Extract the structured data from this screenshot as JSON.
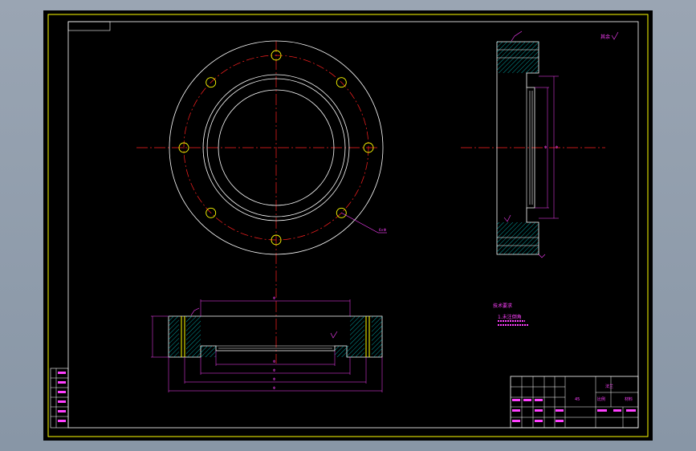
{
  "colors": {
    "background": "#000000",
    "frame": "#ffff00",
    "inner_frame": "#ffffff",
    "outline": "#ffffff",
    "centerline": "#ff2020",
    "dimension": "#ff40ff",
    "hatch": "#00c8c8",
    "bolt_hole": "#ffff00",
    "hidden": "#ffff00"
  },
  "drawing": {
    "front_view": {
      "bolt_hole_count": 8,
      "leader_label": "6×Φ"
    },
    "side_view": {
      "dimension_labels": [
        "Φ",
        "Φ"
      ]
    },
    "section_view": {
      "dimension_labels": [
        "Φ",
        "Φ",
        "Φ",
        "Φ",
        "Φ"
      ]
    },
    "roughness_symbol_text": "其余",
    "tech_notes": {
      "title": "技术要求",
      "lines": [
        "1.未注倒角"
      ]
    },
    "title_block": {
      "part_name": "法兰",
      "scale_label": "比例",
      "material_label": "材料",
      "material_code": "45"
    },
    "left_strip": {
      "cells": [
        "",
        "",
        "",
        "",
        "",
        ""
      ]
    }
  }
}
